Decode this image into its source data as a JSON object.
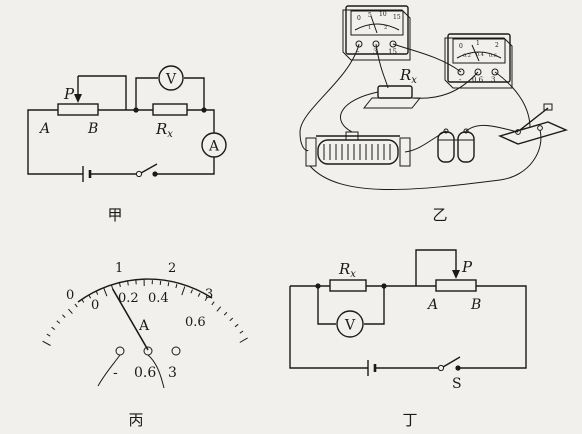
{
  "figure_jia": {
    "caption": "甲",
    "rheostat_slider": "P",
    "rheostat_end_a": "A",
    "rheostat_end_b": "B",
    "resistor_label": "R",
    "resistor_subscript": "x",
    "voltmeter": "V",
    "ammeter": "A"
  },
  "figure_yi": {
    "caption": "乙",
    "resistor_label": "R",
    "resistor_subscript": "x",
    "voltmeter_scale_top": [
      "0",
      "5",
      "10",
      "15"
    ],
    "voltmeter_scale_bottom": [
      "1",
      "2"
    ],
    "voltmeter_terminals": [
      "-",
      "3",
      "15"
    ],
    "ammeter_scale_top": [
      "0",
      "1",
      "2"
    ],
    "ammeter_scale_bottom": [
      "0.2",
      "0.4",
      "0.6"
    ],
    "ammeter_terminals": [
      "-",
      "0.6",
      "3"
    ]
  },
  "figure_bing": {
    "caption": "丙",
    "outer_scale": [
      "0",
      "1",
      "2",
      "3"
    ],
    "inner_scale": [
      "0",
      "0.2",
      "0.4",
      "0.6"
    ],
    "meter_label": "A",
    "terminals": [
      "-",
      "0.6",
      "3"
    ],
    "needle_value": 0.22
  },
  "figure_ding": {
    "caption": "丁",
    "resistor_label": "R",
    "resistor_subscript": "x",
    "voltmeter": "V",
    "rheostat_slider": "P",
    "rheostat_end_a": "A",
    "rheostat_end_b": "B",
    "switch": "S"
  }
}
